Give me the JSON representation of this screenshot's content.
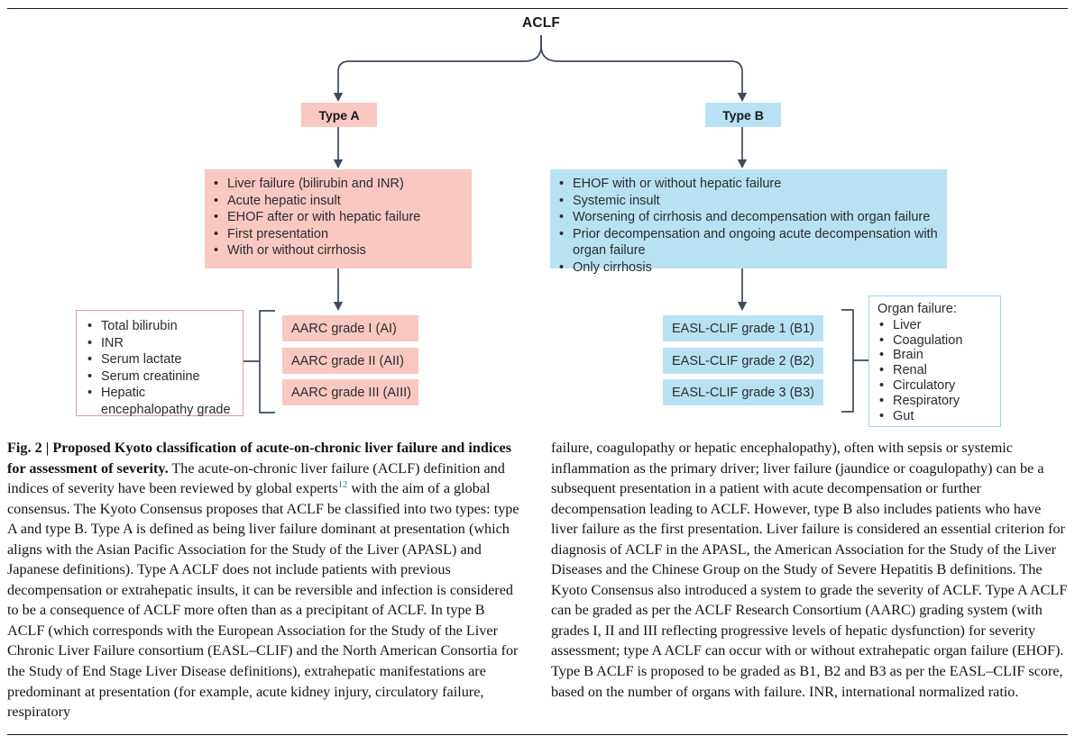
{
  "figure": {
    "root_label": "ACLF",
    "type_a": {
      "label": "Type A",
      "criteria": [
        "Liver failure (bilirubin and INR)",
        "Acute hepatic insult",
        "EHOF after or with hepatic failure",
        "First presentation",
        "With or without cirrhosis"
      ],
      "severity_indices": [
        "Total bilirubin",
        "INR",
        "Serum lactate",
        "Serum creatinine",
        "Hepatic encephalopathy grade"
      ],
      "grades": [
        "AARC grade I (AI)",
        "AARC grade II (AII)",
        "AARC grade III (AIII)"
      ]
    },
    "type_b": {
      "label": "Type B",
      "criteria": [
        "EHOF with or without hepatic failure",
        "Systemic insult",
        "Worsening of cirrhosis and decompensation with organ failure",
        "Prior decompensation and ongoing acute decompensation with organ failure",
        "Only cirrhosis"
      ],
      "grades": [
        "EASL-CLIF grade 1 (B1)",
        "EASL-CLIF grade 2 (B2)",
        "EASL-CLIF grade 3 (B3)"
      ],
      "organ_failure": {
        "title": "Organ failure:",
        "items": [
          "Liver",
          "Coagulation",
          "Brain",
          "Renal",
          "Circulatory",
          "Respiratory",
          "Gut"
        ]
      }
    },
    "colors": {
      "pink_fill": "#f8c8c1",
      "blue_fill": "#b8e2f4",
      "pink_border": "#dd9d97",
      "blue_border": "#9ed2e8",
      "connector": "#3d4a5c"
    }
  },
  "caption": {
    "fig_label": "Fig. 2 | ",
    "title_bold": "Proposed Kyoto classification of acute-on-chronic liver failure and indices for assessment of severity.",
    "col1_before_ref": "The acute-on-chronic liver failure (ACLF) definition and indices of severity have been reviewed by global experts",
    "ref_superscript": "12",
    "col1_after_ref": " with the aim of a global consensus. The Kyoto Consensus proposes that ACLF be classified into two types: type A and type B. Type A is defined as being liver failure dominant at presentation (which aligns with the Asian Pacific Association for the Study of the Liver (APASL) and Japanese definitions). Type A ACLF does not include patients with previous decompensation or extrahepatic insults, it can be reversible and infection is considered to be a consequence of ACLF more often than as a precipitant of ACLF. In type B ACLF (which corresponds with the European Association for the Study of the Liver Chronic Liver Failure consortium (EASL–CLIF) and the North American Consortia for the Study of End Stage Liver Disease definitions), extrahepatic manifestations are predominant at presentation (for example, acute kidney injury, circulatory failure, respiratory",
    "col2_text": "failure, coagulopathy or hepatic encephalopathy), often with sepsis or systemic inflammation as the primary driver; liver failure (jaundice or coagulopathy) can be a subsequent presentation in a patient with acute decompensation or further decompensation leading to ACLF. However, type B also includes patients who have liver failure as the first presentation. Liver failure is considered an essential criterion for diagnosis of ACLF in the APASL, the American Association for the Study of the Liver Diseases and the Chinese Group on the Study of Severe Hepatitis B definitions. The Kyoto Consensus also introduced a system to grade the severity of ACLF. Type A ACLF can be graded as per the ACLF Research Consortium (AARC) grading system (with grades I, II and III reflecting progressive levels of hepatic dysfunction) for severity assessment; type A ACLF can occur with or without extrahepatic organ failure (EHOF). Type B ACLF is proposed to be graded as B1, B2 and B3 as per the EASL–CLIF score, based on the number of organs with failure. INR, international normalized ratio."
  }
}
